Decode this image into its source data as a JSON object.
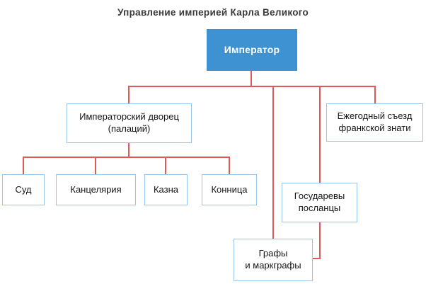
{
  "title": "Управление империей Карла Великого",
  "colors": {
    "root_fill": "#3e92d2",
    "root_text": "#ffffff",
    "box_border": "#9cc6e9",
    "box_text": "#161616",
    "connector": "#de5a5a",
    "title_text": "#3a3a3a",
    "background": "#ffffff"
  },
  "nodes": {
    "emperor": {
      "label": "Император"
    },
    "palace": {
      "label": "Императорский дворец\n(палаций)"
    },
    "congress": {
      "label": "Ежегодный съезд\nфранкской знати"
    },
    "court": {
      "label": "Суд"
    },
    "chancellery": {
      "label": "Канцелярия"
    },
    "treasury": {
      "label": "Казна"
    },
    "cavalry": {
      "label": "Конница"
    },
    "envoys": {
      "label": "Государевы\nпосланцы"
    },
    "counts": {
      "label": "Графы\nи маркграфы"
    }
  },
  "hierarchy": {
    "root": "Император",
    "children_of_emperor": [
      "Императорский дворец (палаций)",
      "Графы и маркграфы",
      "Государевы посланцы",
      "Ежегодный съезд франкской знати"
    ],
    "children_of_palace": [
      "Суд",
      "Канцелярия",
      "Казна",
      "Конница"
    ],
    "link_envoys_to": "Графы и маркграфы"
  }
}
